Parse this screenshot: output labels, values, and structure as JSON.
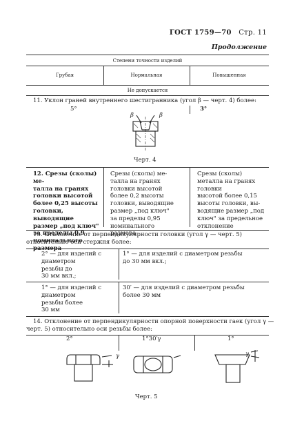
{
  "header": {
    "gost": "ГОСТ 1759—70",
    "page": "Стр. 11"
  },
  "continuation": "Продолжение",
  "table_header": {
    "top": "Степени точности изделий",
    "columns": [
      "Грубая",
      "Нормальная",
      "Повышенная"
    ],
    "not_allowed": "Не допускается"
  },
  "item11": {
    "text": "11. Уклон граней внутреннего шестигранника (угол β — черт. 4) более:",
    "val_left": "5°",
    "val_right": "3°",
    "fig_label_beta_left": "β",
    "fig_label_beta_right": "β",
    "caption": "Черт. 4"
  },
  "item12": {
    "col1": "12. Срезы (сколы) ме-\nталла на гранях\nголовки высотой\nболее 0,25 высоты\nголовки, выводящие\nразмер „под ключ\"\nза пределы 0,9\nноминального\nразмера",
    "col2": "Срезы (сколы) ме-\nталла на гранях\nголовки высотой\nболее 0,2 высоты\nголовки, выводящие\nразмер „под ключ\"\nза пределы 0,95\nноминального\nразмера",
    "col3": "Срезы (сколы) металла на гранях головки\nвысотой более 0,15\nвысоты головки, вы-\nводящие размер „под\nключ\" за предельное\nотклонение"
  },
  "item13": {
    "line1": "13. Отклонение от перпендикулярности головки (угол γ — черт. 5)",
    "line2": "относительно оси стержня более:",
    "a_left": "2° — для изделий с\nдиаметром\nрезьбы до\n30 мм вкл.;",
    "a_right": "1° — для изделий с диаметром резьбы\nдо 30 мм вкл.;",
    "b_left": "1° — для изделий с\nдиаметром\nрезьбы более\n30 мм",
    "b_right": "30′ — для изделий с диаметром резьбы\nболее 30 мм"
  },
  "item14": {
    "line1": "14. Отклонение от перпендикулярности опорной поверхности гаек (угол γ —",
    "line2": "черт. 5) относительно оси резьбы более:",
    "v1": "2°",
    "v2": "1°30′γ",
    "v3": "1°",
    "gamma1": "γ",
    "gamma3": "γ",
    "caption": "Черт. 5"
  }
}
